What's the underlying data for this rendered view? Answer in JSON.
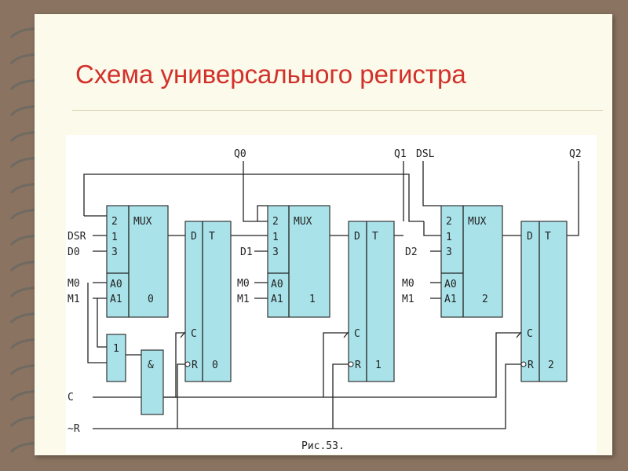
{
  "slide": {
    "title": "Схема универсального регистра",
    "colors": {
      "title": "#d2312b",
      "block_fill": "#a9e3e9",
      "background": "#fcfaea"
    }
  },
  "figure": {
    "caption": "Рис.53.",
    "outputs": [
      "Q0",
      "Q1",
      "Q2"
    ],
    "serial_left": "DSR",
    "serial_right": "DSL",
    "clock": "C",
    "reset": "~R",
    "or_symbol": "1",
    "and_symbol": "&",
    "stages": [
      {
        "mux": {
          "title": "MUX",
          "in2": "2",
          "in1": "1",
          "in3": "3",
          "a0": "A0",
          "a1": "A1",
          "index": "0"
        },
        "inputs": {
          "in1": "DSR",
          "in3": "D0",
          "m0": "M0",
          "m1": "M1"
        },
        "trigger": {
          "d": "D",
          "t": "T",
          "c": "C",
          "r": "R",
          "index": "0"
        }
      },
      {
        "mux": {
          "title": "MUX",
          "in2": "2",
          "in1": "1",
          "in3": "3",
          "a0": "A0",
          "a1": "A1",
          "index": "1"
        },
        "inputs": {
          "in3": "D1",
          "m0": "M0",
          "m1": "M1"
        },
        "trigger": {
          "d": "D",
          "t": "T",
          "c": "C",
          "r": "R",
          "index": "1"
        }
      },
      {
        "mux": {
          "title": "MUX",
          "in2": "2",
          "in1": "1",
          "in3": "3",
          "a0": "A0",
          "a1": "A1",
          "index": "2"
        },
        "inputs": {
          "in3": "D2",
          "m0": "M0",
          "m1": "M1"
        },
        "trigger": {
          "d": "D",
          "t": "T",
          "c": "C",
          "r": "R",
          "index": "2"
        }
      }
    ]
  }
}
